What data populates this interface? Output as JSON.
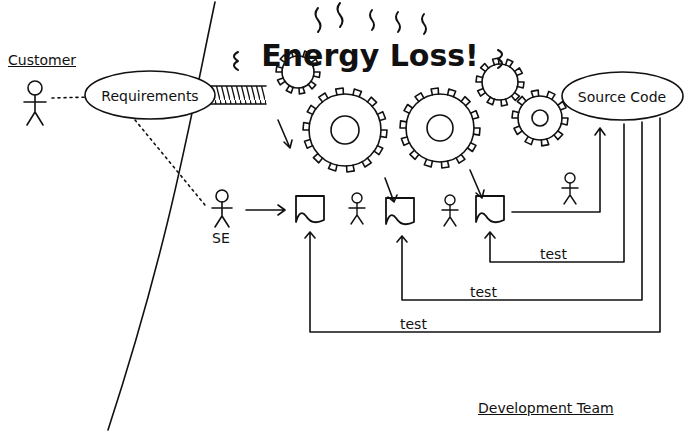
{
  "diagram": {
    "title": "Energy Loss!",
    "nodes": [
      {
        "text": [
          "Requirements"
        ]
      },
      {
        "text": [
          "Source Code"
        ]
      }
    ],
    "labels": [
      "Customer",
      "SE",
      "test",
      "test",
      "test",
      "Development Team"
    ]
  }
}
